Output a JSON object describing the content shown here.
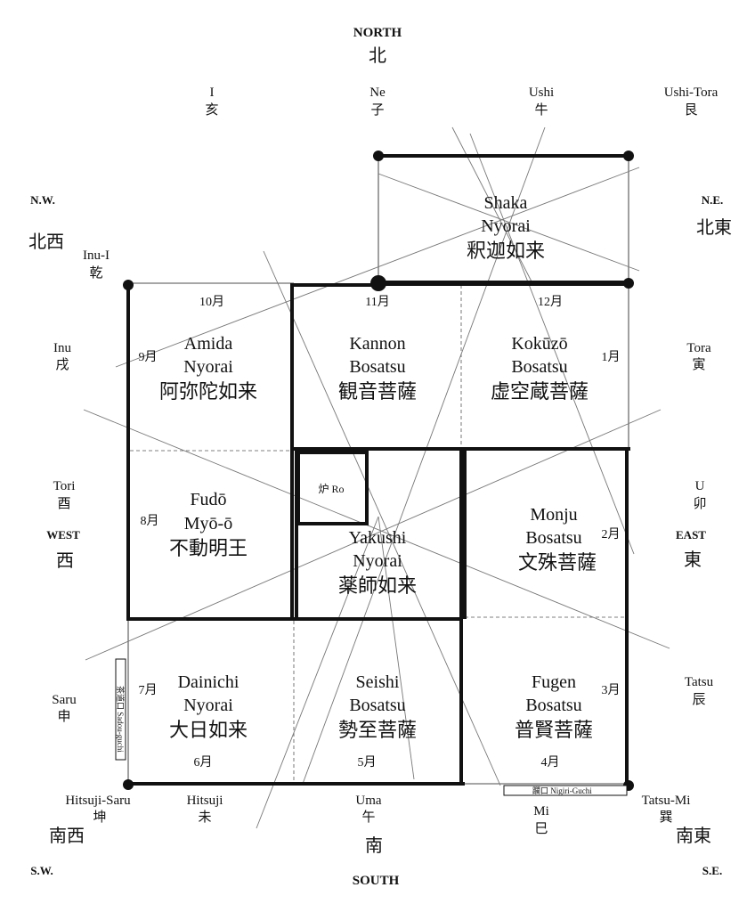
{
  "compass": {
    "north": {
      "en": "NORTH",
      "kanji": "北"
    },
    "south": {
      "en": "SOUTH",
      "kanji": "南"
    },
    "east": {
      "en": "EAST",
      "kanji": "東"
    },
    "west": {
      "en": "WEST",
      "kanji": "西"
    },
    "northwest": {
      "en": "N.W.",
      "kanji": "北西"
    },
    "northeast": {
      "en": "N.E.",
      "kanji": "北東"
    },
    "southwest": {
      "en": "S.W.",
      "kanji": "南西"
    },
    "southeast": {
      "en": "S.E.",
      "kanji": "南東"
    }
  },
  "zodiac": {
    "i": {
      "en": "I",
      "kanji": "亥"
    },
    "ne": {
      "en": "Ne",
      "kanji": "子"
    },
    "ushi": {
      "en": "Ushi",
      "kanji": "牛"
    },
    "ushi_tora": {
      "en": "Ushi-Tora",
      "kanji": "艮"
    },
    "inu_i": {
      "en": "Inu-I",
      "kanji": "乾"
    },
    "inu": {
      "en": "Inu",
      "kanji": "戌"
    },
    "tora": {
      "en": "Tora",
      "kanji": "寅"
    },
    "tori": {
      "en": "Tori",
      "kanji": "酉"
    },
    "u": {
      "en": "U",
      "kanji": "卯"
    },
    "saru": {
      "en": "Saru",
      "kanji": "申"
    },
    "tatsu": {
      "en": "Tatsu",
      "kanji": "辰"
    },
    "hitsuji_saru": {
      "en": "Hitsuji-Saru",
      "kanji": "坤"
    },
    "hitsuji": {
      "en": "Hitsuji",
      "kanji": "未"
    },
    "uma": {
      "en": "Uma",
      "kanji": "午"
    },
    "mi": {
      "en": "Mi",
      "kanji": "巳"
    },
    "tatsu_mi": {
      "en": "Tatsu-Mi",
      "kanji": "巽"
    }
  },
  "deities": {
    "shaka": {
      "line1": "Shaka",
      "line2": "Nyorai",
      "kanji": "釈迦如来"
    },
    "amida": {
      "line1": "Amida",
      "line2": "Nyorai",
      "kanji": "阿弥陀如来"
    },
    "kannon": {
      "line1": "Kannon",
      "line2": "Bosatsu",
      "kanji": "観音菩薩"
    },
    "kokuzo": {
      "line1": "Kokūzō",
      "line2": "Bosatsu",
      "kanji": "虚空蔵菩薩"
    },
    "fudo": {
      "line1": "Fudō",
      "line2": "Myō-ō",
      "kanji": "不動明王"
    },
    "yakushi": {
      "line1": "Yakushi",
      "line2": "Nyorai",
      "kanji": "薬師如来"
    },
    "monju": {
      "line1": "Monju",
      "line2": "Bosatsu",
      "kanji": "文殊菩薩"
    },
    "dainichi": {
      "line1": "Dainichi",
      "line2": "Nyorai",
      "kanji": "大日如来"
    },
    "seishi": {
      "line1": "Seishi",
      "line2": "Bosatsu",
      "kanji": "勢至菩薩"
    },
    "fugen": {
      "line1": "Fugen",
      "line2": "Bosatsu",
      "kanji": "普賢菩薩"
    }
  },
  "months": {
    "m1": "1月",
    "m2": "2月",
    "m3": "3月",
    "m4": "4月",
    "m5": "5月",
    "m6": "6月",
    "m7": "7月",
    "m8": "8月",
    "m9": "9月",
    "m10": "10月",
    "m11": "11月",
    "m12": "12月"
  },
  "features": {
    "ro": "炉 Ro",
    "sadou_guchi": "茶道口 Sadou-guchi",
    "nigiri_guchi": "躙口 Nigiri-Guchi"
  }
}
